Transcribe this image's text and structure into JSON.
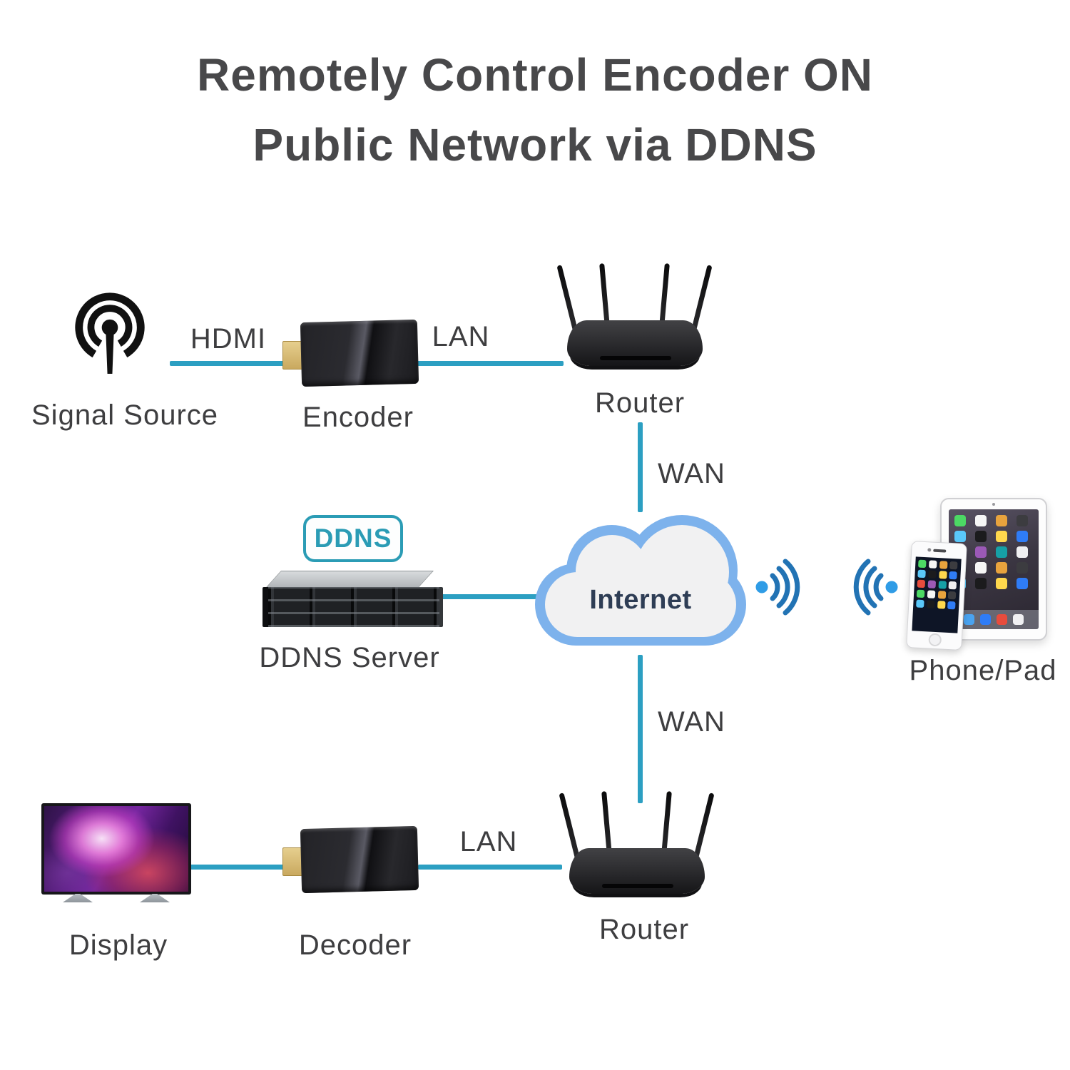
{
  "title": {
    "line1": "Remotely Control Encoder ON",
    "line2": "Public Network via DDNS"
  },
  "nodes": {
    "signal_source": {
      "label": "Signal Source",
      "icon": "broadcast-icon"
    },
    "encoder": {
      "label": "Encoder"
    },
    "router_top": {
      "label": "Router"
    },
    "ddns_badge": {
      "label": "DDNS"
    },
    "ddns_server": {
      "label": "DDNS Server"
    },
    "internet_cloud": {
      "label": "Internet"
    },
    "phone_pad": {
      "label": "Phone/Pad"
    },
    "display": {
      "label": "Display"
    },
    "decoder": {
      "label": "Decoder"
    },
    "router_bottom": {
      "label": "Router"
    }
  },
  "links": {
    "hdmi": {
      "label": "HDMI"
    },
    "lan_top": {
      "label": "LAN"
    },
    "wan_top": {
      "label": "WAN"
    },
    "wan_bottom": {
      "label": "WAN"
    },
    "lan_bottom": {
      "label": "LAN"
    }
  },
  "colors": {
    "connection_line": "#2c9fc2",
    "cloud_border": "#7db2ec",
    "cloud_fill": "#f1f1f2",
    "ddns_accent": "#2b9cb5",
    "wifi_dot": "#2f9ce6",
    "wifi_arc": "#2273b4",
    "title_text": "#48484a",
    "label_text": "#3e3e40"
  }
}
